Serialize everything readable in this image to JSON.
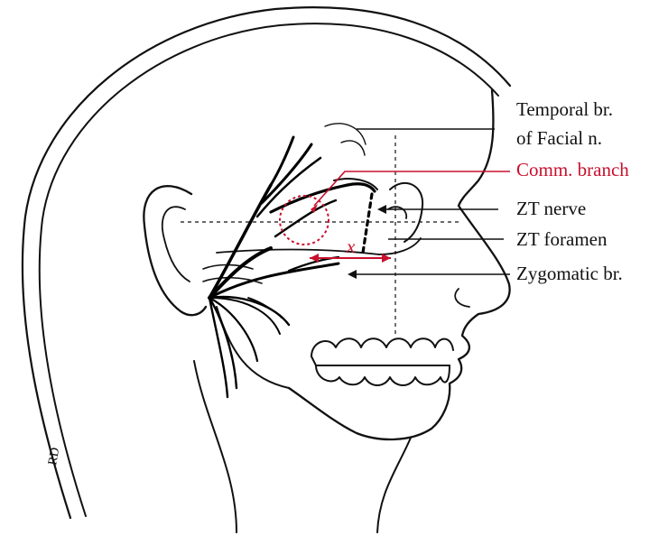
{
  "labels": {
    "temporal_line1": "Temporal br.",
    "temporal_line2": "of Facial n.",
    "comm_branch": "Comm. branch",
    "zt_nerve": "ZT nerve",
    "zt_foramen": "ZT foramen",
    "zygomatic": "Zygomatic br.",
    "distance_x": "x",
    "artist_initials": "RD"
  },
  "colors": {
    "ink": "#111111",
    "highlight": "#c8102e"
  }
}
